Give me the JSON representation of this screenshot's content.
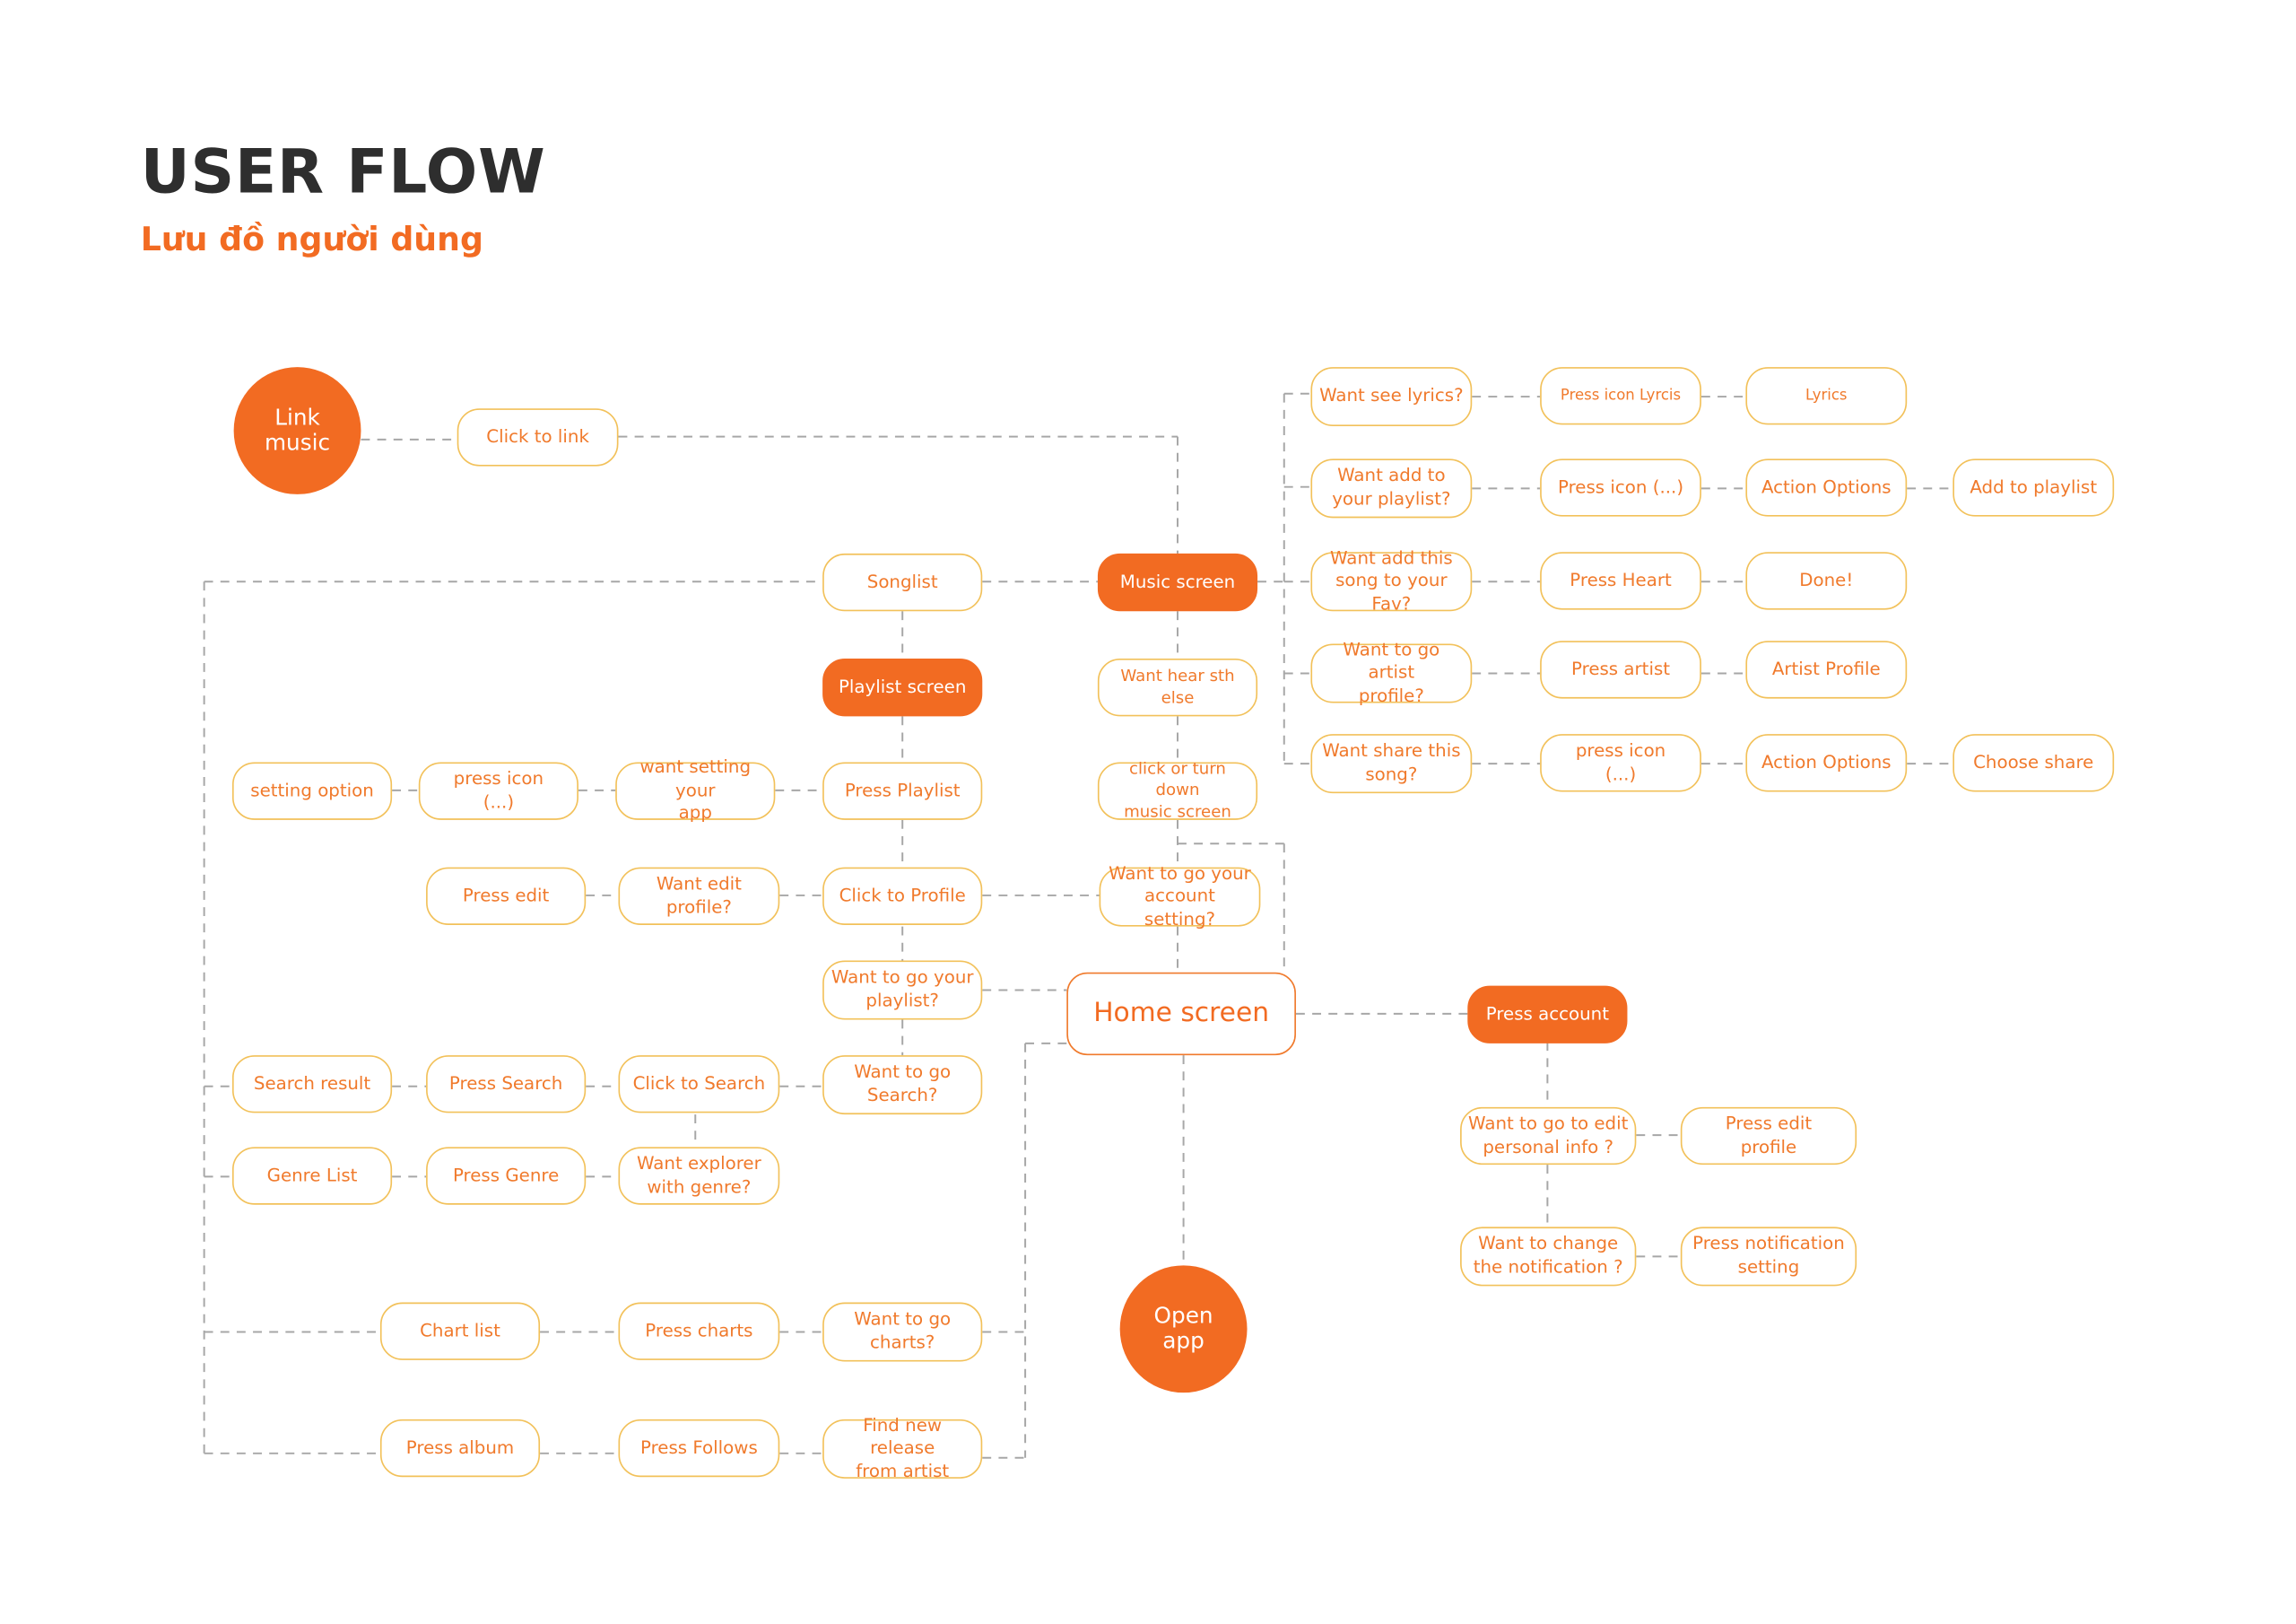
{
  "header": {
    "title": "USER FLOW",
    "subtitle": "Lưu đồ người dùng"
  },
  "colors": {
    "accent": "#f26b22",
    "node_border": "#f2c15a",
    "connector": "#a7a7a7",
    "title": "#2e2e2e"
  },
  "nodes": {
    "link_music": "Link\nmusic",
    "click_to_link": "Click to link",
    "songlist": "Songlist",
    "music_screen": "Music screen",
    "playlist_screen": "Playlist screen",
    "want_hear_sth_else": "Want hear sth else",
    "setting_option": "setting option",
    "press_icon_setting": "press icon\n(...)",
    "want_setting_app": "want setting your\napp",
    "press_playlist": "Press Playlist",
    "click_or_turn_down": "click or turn down\nmusic screen",
    "press_edit": "Press edit",
    "want_edit_profile": "Want edit profile?",
    "click_to_profile": "Click to Profile",
    "want_account_setting": "Want to go your\naccount setting?",
    "want_go_playlist": "Want to go your\nplaylist?",
    "home_screen": "Home screen",
    "press_account": "Press account",
    "search_result": "Search result",
    "press_search": "Press Search",
    "click_to_search": "Click to Search",
    "want_go_search": "Want to go\nSearch?",
    "genre_list": "Genre List",
    "press_genre": "Press Genre",
    "want_explorer_genre": "Want explorer\nwith genre?",
    "want_edit_personal": "Want to go to edit\npersonal info ?",
    "press_edit_profile": "Press edit\nprofile",
    "want_change_notification": "Want to change\nthe notification ?",
    "press_notification_setting": "Press notification\nsetting",
    "chart_list": "Chart list",
    "press_charts": "Press charts",
    "want_go_charts": "Want to go\ncharts?",
    "open_app": "Open\napp",
    "press_album": "Press album",
    "press_follows": "Press Follows",
    "find_new_release": "Find new release\nfrom artist",
    "want_see_lyrics": "Want see lyrics?",
    "press_icon_lyrics": "Press icon Lyrcis",
    "lyrics": "Lyrics",
    "want_add_playlist": "Want add to\nyour playlist?",
    "press_icon_more": "Press icon (...)",
    "action_options_1": "Action Options",
    "add_to_playlist": "Add to playlist",
    "want_add_fav": "Want add this\nsong to your Fav?",
    "press_heart": "Press Heart",
    "done": "Done!",
    "want_artist_profile": "Want to go artist\nprofile?",
    "press_artist": "Press artist",
    "artist_profile": "Artist Profile",
    "want_share_song": "Want share this\nsong?",
    "press_icon_share": "press icon\n(...)",
    "action_options_2": "Action Options",
    "choose_share": "Choose share"
  }
}
